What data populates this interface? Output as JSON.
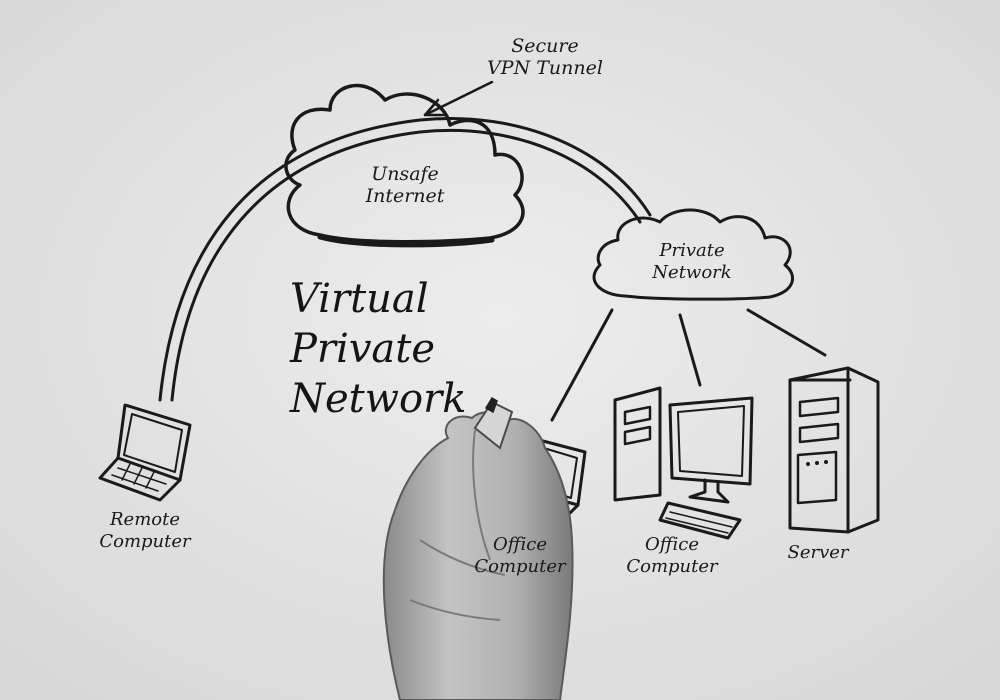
{
  "diagram": {
    "title_lines": [
      "Virtual",
      "Private",
      "Network"
    ],
    "labels": {
      "secure_tunnel": [
        "Secure",
        "VPN Tunnel"
      ],
      "unsafe_internet": [
        "Unsafe",
        "Internet"
      ],
      "private_network": [
        "Private",
        "Network"
      ],
      "remote_computer": [
        "Remote",
        "Computer"
      ],
      "office_computer_laptop": [
        "Office",
        "Computer"
      ],
      "office_computer_desktop": [
        "Office",
        "Computer"
      ],
      "server": [
        "Server"
      ]
    },
    "colors": {
      "background": "#e4e4e4",
      "ink": "#1a1a1a",
      "hand": "#b9b9b9"
    }
  }
}
